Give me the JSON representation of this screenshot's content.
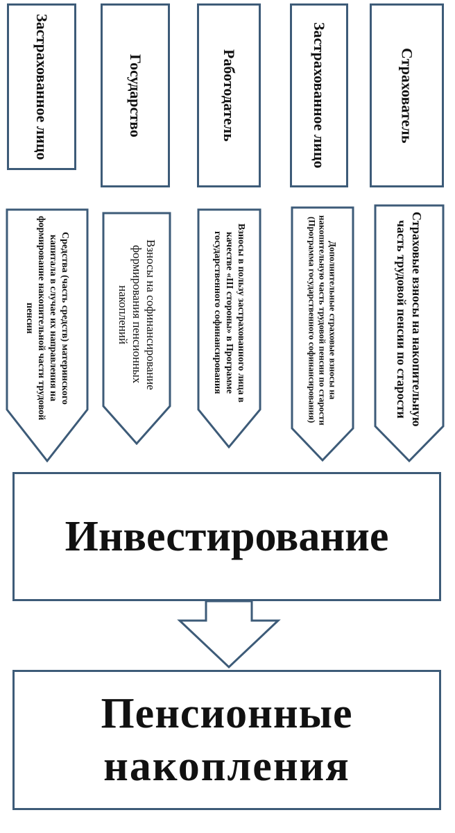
{
  "sources": [
    {
      "label": "Застрахованное лицо"
    },
    {
      "label": "Государство"
    },
    {
      "label": "Работодатель"
    },
    {
      "label": "Застрахованное лицо"
    },
    {
      "label": "Страхователь"
    }
  ],
  "flows": [
    {
      "label": "Средства (часть средств) материнского капитала в случае их направления на формирование накопительной части трудовой пенсии"
    },
    {
      "label": "Взносы на софинансирование формирования пенсионных накоплений"
    },
    {
      "label": "Взносы в пользу застрахованного лица в качестве «III стороны» в Программе государственного софинансирования"
    },
    {
      "label": "Дополнительные страховые взносы на накопительную часть трудовой пенсии по старости (Программа государственного софинансирования)"
    },
    {
      "label": "Страховые взносы на накопительную часть трудовой пенсии по старости"
    }
  ],
  "investment": {
    "label": "Инвестирование"
  },
  "result": {
    "line1": "Пенсионные",
    "line2": "накопления"
  },
  "colors": {
    "border": "#3d5b78"
  }
}
